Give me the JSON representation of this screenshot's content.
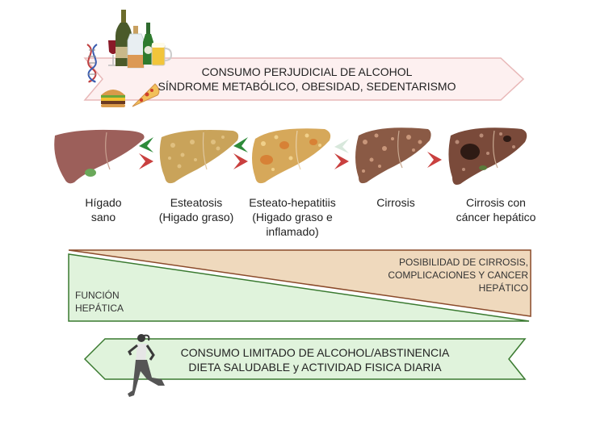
{
  "top_banner": {
    "line1": "CONSUMO PERJUDICIAL DE ALCOHOL",
    "line2": "SÍNDROME METABÓLICO, OBESIDAD, SEDENTARISMO",
    "fill": "#fdf0f0",
    "stroke": "#e8b8b8",
    "icons": [
      "dna-icon",
      "wine-glass-icon",
      "champagne-bottle-icon",
      "liquor-bottle-icon",
      "beer-bottle-icon",
      "beer-mug-icon",
      "burger-icon",
      "pizza-slice-icon"
    ]
  },
  "stages": [
    {
      "label_line1": "Hígado",
      "label_line2": "sano",
      "label_line3": "",
      "color": "#9c5f5a"
    },
    {
      "label_line1": "Esteatosis",
      "label_line2": "(Higado graso)",
      "label_line3": "",
      "color": "#c9a35a"
    },
    {
      "label_line1": "Esteato-hepatitiis",
      "label_line2": "(Higado graso e",
      "label_line3": "inflamado)",
      "color": "#d29a55"
    },
    {
      "label_line1": "Cirrosis",
      "label_line2": "",
      "label_line3": "",
      "color": "#8a5a45"
    },
    {
      "label_line1": "Cirrosis con",
      "label_line2": "cáncer hepático",
      "label_line3": "",
      "color": "#7a4a3a"
    }
  ],
  "arrows": {
    "progression_color": "#c9403f",
    "regression_color": "#2e8b3a",
    "faded_regression_color": "#d8e8dc"
  },
  "triangle_chart": {
    "risk_label": [
      "POSIBILIDAD DE CIRROSIS,",
      "COMPLICACIONES Y CANCER",
      "HEPÁTICO"
    ],
    "function_label": [
      "FUNCIÓN",
      "HEPÁTICA"
    ],
    "risk_fill": "#efd9bd",
    "risk_stroke": "#8a4a2a",
    "function_fill": "#e0f3dc",
    "function_stroke": "#3a7a30"
  },
  "bottom_banner": {
    "line1": "CONSUMO LIMITADO DE ALCOHOL/ABSTINENCIA",
    "line2": "DIETA SALUDABLE y ACTIVIDAD FISICA DIARIA",
    "fill": "#e0f3dc",
    "stroke": "#3a7a30",
    "icon": "runner-icon"
  }
}
